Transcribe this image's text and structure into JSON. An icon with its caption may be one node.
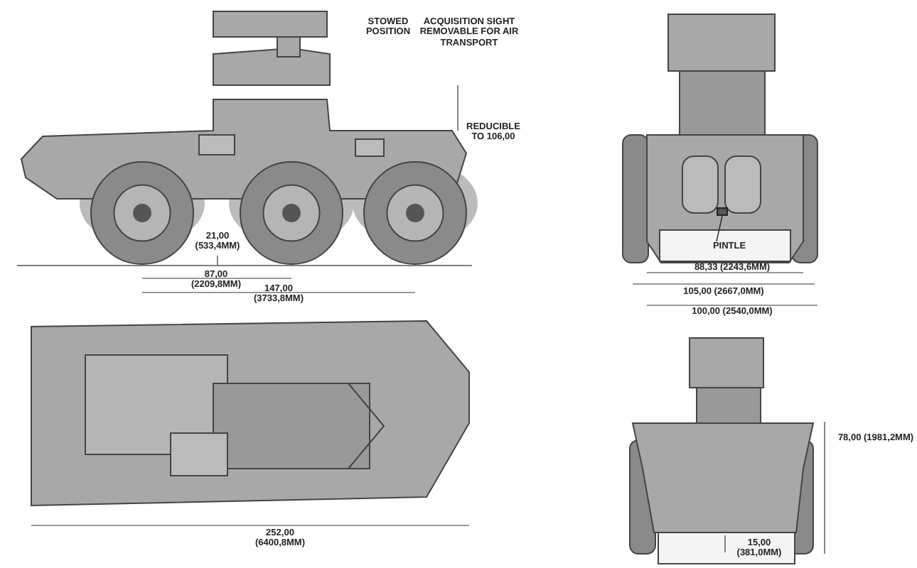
{
  "diagram": {
    "nodes": [
      {
        "text": [
          "PINTLE"
        ]
      },
      {
        "text": [],
        "shape": "box"
      }
    ],
    "edges": [
      {
        "from": 0,
        "to": 1,
        "arrow": "none"
      }
    ],
    "labels": [
      "STOWED POSITION",
      "ACQUISITION SIGHT REMOVABLE FOR AIR TRANSPORT",
      "REDUCIBLE TO 106,00",
      "21,00 (533,4MM)",
      "87,00 (2209,8MM)",
      "147,00 (3733,8MM)",
      "88,33 (2243,6MM)",
      "105,00 (2667,0MM)",
      "100,00 (2540,0MM)",
      "78,00 (1981,2MM)",
      "15,00 (381,0MM)",
      "252,00 (6400,8MM)"
    ]
  }
}
